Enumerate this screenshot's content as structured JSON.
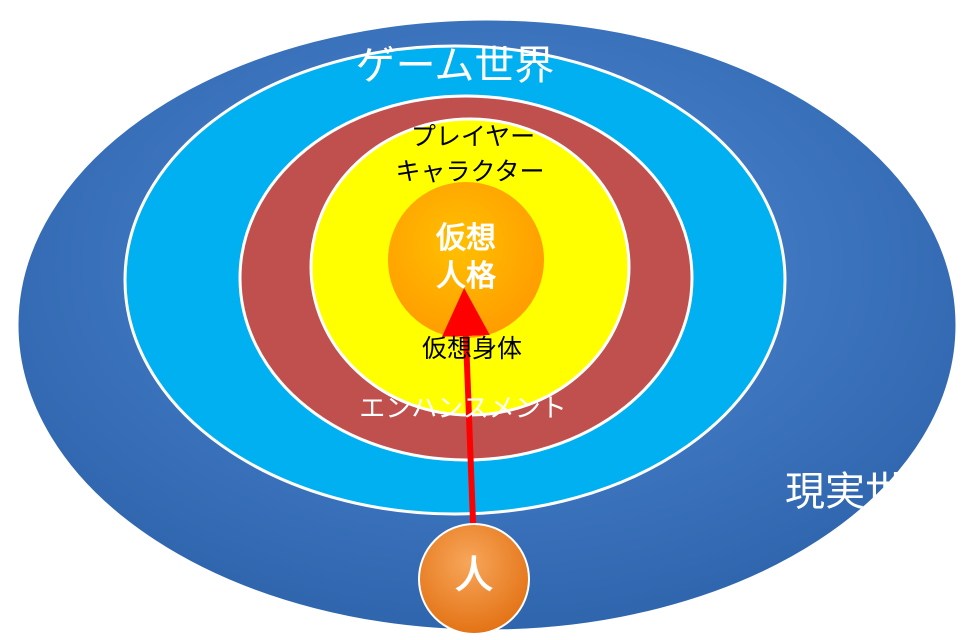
{
  "labels": {
    "game_world": "ゲーム世界",
    "real_world": "現実世界",
    "player_character_line1": "プレイヤー",
    "player_character_line2": "キャラクター",
    "virtual_persona_line1": "仮想",
    "virtual_persona_line2": "人格",
    "virtual_body": "仮想身体",
    "enhancement": "エンハンスメント",
    "person": "人"
  },
  "colors": {
    "real_world": "#3a73bf",
    "game_world": "#00b0f0",
    "enhancement": "#c0504d",
    "virtual_body": "#ffff00",
    "virtual_persona": "#ffa500",
    "person": "#f08a2a",
    "arrow": "#ff0000"
  }
}
